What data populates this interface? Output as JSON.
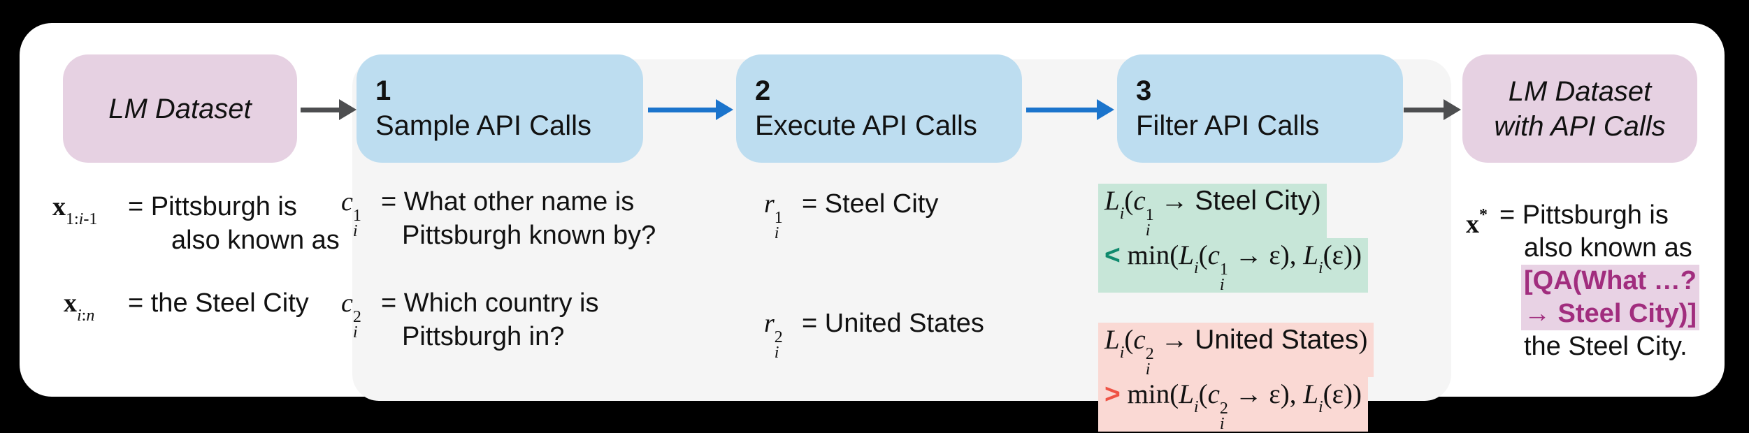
{
  "colors": {
    "background": "#000000",
    "card": "#ffffff",
    "panel": "#f5f5f5",
    "dataset-node": "#e6d1e2",
    "step-node": "#bdddf0",
    "accept-highlight": "#c7e6d8",
    "reject-highlight": "#fad9d4",
    "accept-op": "#0f8a6d",
    "reject-op": "#ef5345",
    "api-call-text": "#a12d7e",
    "api-call-highlight": "#e8d2e4",
    "arrow-gray": "#4d4e50",
    "arrow-blue": "#1b74cc",
    "text": "#111111"
  },
  "left": {
    "box_label": "LM Dataset",
    "entries": [
      {
        "sym": [
          {
            "v": "x",
            "s": "mbf"
          },
          {
            "v": "1:",
            "s": "sb"
          },
          {
            "v": "i",
            "s": "sbi"
          },
          {
            "v": "-1",
            "s": "sb"
          }
        ],
        "lines": [
          "= Pittsburgh is",
          "also known as"
        ]
      },
      {
        "sym": [
          {
            "v": "x",
            "s": "mbf"
          },
          {
            "v": "i",
            "s": "sbi"
          },
          {
            "v": ":",
            "s": "sb"
          },
          {
            "v": "n",
            "s": "sbi"
          }
        ],
        "lines": [
          "= the Steel City"
        ]
      }
    ]
  },
  "steps": [
    {
      "number": "1",
      "title": "Sample API Calls"
    },
    {
      "number": "2",
      "title": "Execute API Calls"
    },
    {
      "number": "3",
      "title": "Filter API Calls"
    }
  ],
  "step1": {
    "entries": [
      {
        "sym": [
          {
            "v": "c",
            "s": "mi"
          },
          {
            "sup": "1",
            "sub": "i"
          }
        ],
        "lines": [
          "= What other name is",
          "Pittsburgh known by?"
        ]
      },
      {
        "sym": [
          {
            "v": "c",
            "s": "mi"
          },
          {
            "sup": "2",
            "sub": "i"
          }
        ],
        "lines": [
          "= Which country is",
          "Pittsburgh in?"
        ]
      }
    ]
  },
  "step2": {
    "entries": [
      {
        "sym": [
          {
            "v": "r",
            "s": "mi"
          },
          {
            "sup": "1",
            "sub": "i"
          }
        ],
        "lines": [
          "= Steel City"
        ]
      },
      {
        "sym": [
          {
            "v": "r",
            "s": "mi"
          },
          {
            "sup": "2",
            "sub": "i"
          }
        ],
        "lines": [
          "= United States"
        ]
      }
    ]
  },
  "step3": {
    "accept": {
      "line1": [
        {
          "v": "L",
          "s": "mi"
        },
        {
          "v": "i",
          "s": "ls"
        },
        {
          "v": "(",
          "s": "mr"
        },
        {
          "v": "c",
          "s": "mi"
        },
        {
          "sup": "1",
          "sub": "i"
        },
        {
          "v": " → ",
          "s": "mr"
        },
        {
          "v": "Steel City",
          "s": "sans"
        },
        {
          "v": ")",
          "s": "mr"
        }
      ],
      "line2": [
        {
          "v": "<",
          "s": "opg"
        },
        {
          "v": " min(",
          "s": "mr"
        },
        {
          "v": "L",
          "s": "mi"
        },
        {
          "v": "i",
          "s": "ls"
        },
        {
          "v": "(",
          "s": "mr"
        },
        {
          "v": "c",
          "s": "mi"
        },
        {
          "sup": "1",
          "sub": "i"
        },
        {
          "v": " → ε), ",
          "s": "mr"
        },
        {
          "v": "L",
          "s": "mi"
        },
        {
          "v": "i",
          "s": "ls"
        },
        {
          "v": "(ε))",
          "s": "mr"
        }
      ]
    },
    "reject": {
      "line1": [
        {
          "v": "L",
          "s": "mi"
        },
        {
          "v": "i",
          "s": "ls"
        },
        {
          "v": "(",
          "s": "mr"
        },
        {
          "v": "c",
          "s": "mi"
        },
        {
          "sup": "2",
          "sub": "i"
        },
        {
          "v": " → ",
          "s": "mr"
        },
        {
          "v": "United States",
          "s": "sans"
        },
        {
          "v": ")",
          "s": "mr"
        }
      ],
      "line2": [
        {
          "v": ">",
          "s": "opr"
        },
        {
          "v": " min(",
          "s": "mr"
        },
        {
          "v": "L",
          "s": "mi"
        },
        {
          "v": "i",
          "s": "ls"
        },
        {
          "v": "(",
          "s": "mr"
        },
        {
          "v": "c",
          "s": "mi"
        },
        {
          "sup": "2",
          "sub": "i"
        },
        {
          "v": " → ε), ",
          "s": "mr"
        },
        {
          "v": "L",
          "s": "mi"
        },
        {
          "v": "i",
          "s": "ls"
        },
        {
          "v": "(ε))",
          "s": "mr"
        }
      ]
    }
  },
  "right": {
    "box_label_line1": "LM Dataset",
    "box_label_line2": "with API Calls",
    "sym": [
      {
        "v": "x",
        "s": "mbf"
      },
      {
        "v": "*",
        "s": "sp"
      }
    ],
    "lines": [
      "= Pittsburgh is",
      "also known as"
    ],
    "hl_lines": [
      "[QA(What …?",
      "→ Steel City)]"
    ],
    "tail": "the Steel City."
  }
}
